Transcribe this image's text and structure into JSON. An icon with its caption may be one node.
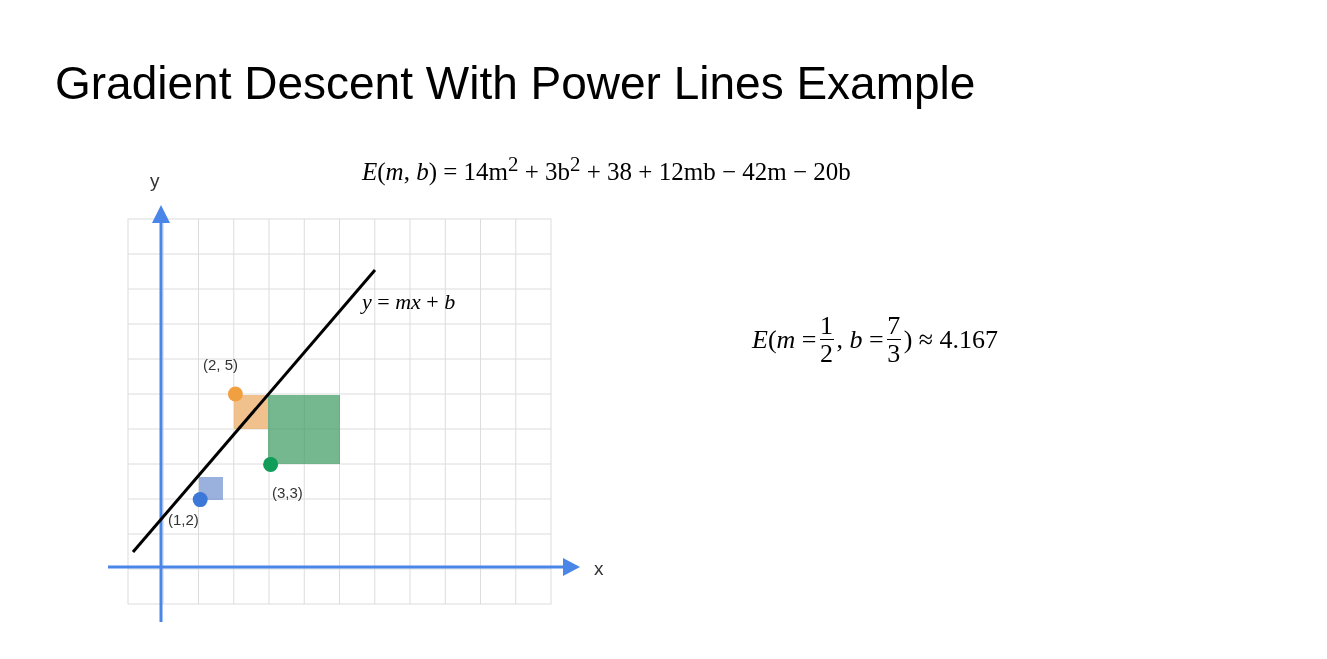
{
  "diagram": {
    "title": "Gradient Descent With Power Lines Example",
    "labels": [
      "y",
      "x",
      "*E*(*m*, *b*) = 14m$^{2}$  + 3b$^{2}$ + 38 + 12mb − 42m − 20b",
      "*y* = *mx* + *b*",
      "(2, 5)",
      "(3,3)",
      "(1,2)",
      "*E*(*m* =",
      "1",
      "2",
      ", *b* =",
      "7",
      "3",
      ") ≈ 4.167"
    ]
  }
}
